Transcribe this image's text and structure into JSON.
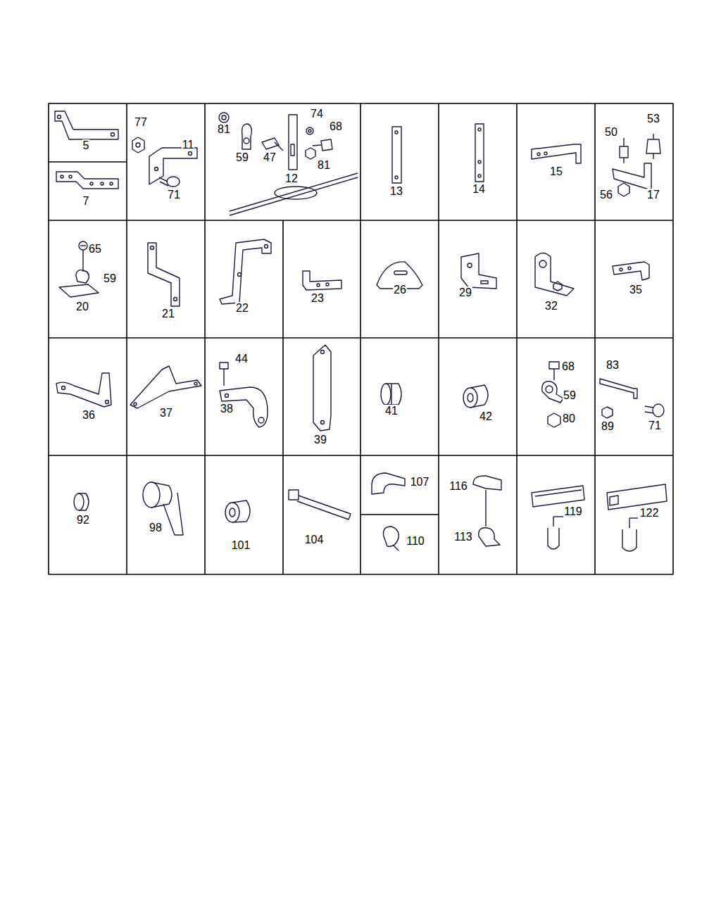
{
  "diagram": {
    "labels": [
      "5",
      "7",
      "77",
      "11",
      "71",
      "81",
      "74",
      "68",
      "59",
      "47",
      "81",
      "12",
      "13",
      "14",
      "15",
      "53",
      "50",
      "56",
      "17",
      "65",
      "59",
      "20",
      "21",
      "22",
      "23",
      "26",
      "29",
      "32",
      "35",
      "44",
      "38",
      "36",
      "37",
      "39",
      "41",
      "42",
      "68",
      "59",
      "80",
      "83",
      "89",
      "71",
      "92",
      "98",
      "101",
      "104",
      "107",
      "110",
      "116",
      "113",
      "119",
      "122"
    ]
  }
}
